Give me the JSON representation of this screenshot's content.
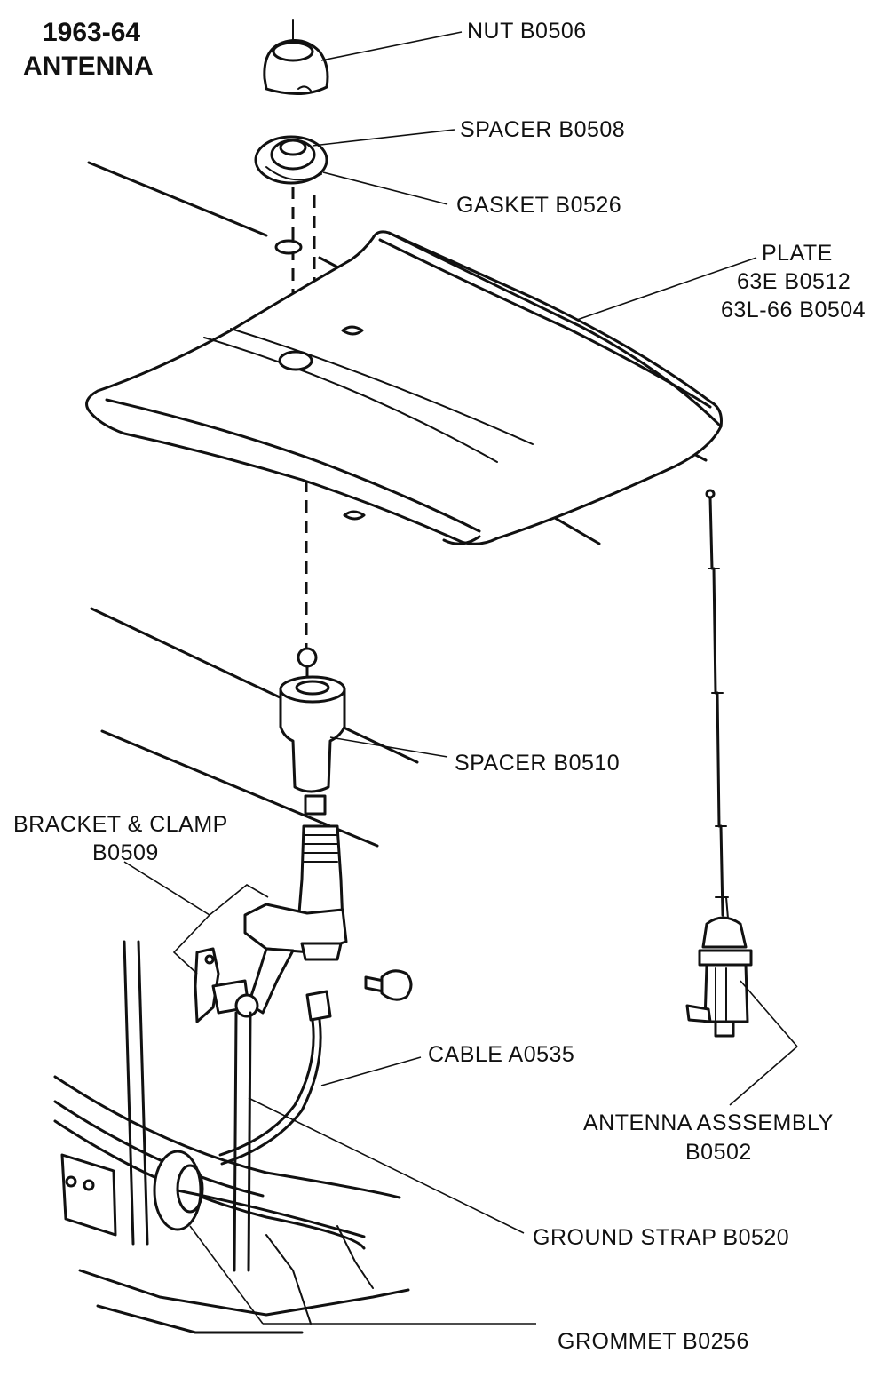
{
  "title": {
    "line1": "1963-64",
    "line2": "ANTENNA"
  },
  "parts": {
    "nut": "NUT  B0506",
    "spacer_top": "SPACER  B0508",
    "gasket": "GASKET  B0526",
    "plate": {
      "line1": "PLATE",
      "line2": "63E  B0512",
      "line3": "63L-66  B0504"
    },
    "spacer_bottom": "SPACER   B0510",
    "bracket": {
      "line1": "BRACKET & CLAMP",
      "line2": "B0509"
    },
    "cable": "CABLE  A0535",
    "antenna_assembly": {
      "line1": "ANTENNA ASSSEMBLY",
      "line2": "B0502"
    },
    "ground_strap": "GROUND STRAP  B0520",
    "grommet": "GROMMET  B0256"
  }
}
